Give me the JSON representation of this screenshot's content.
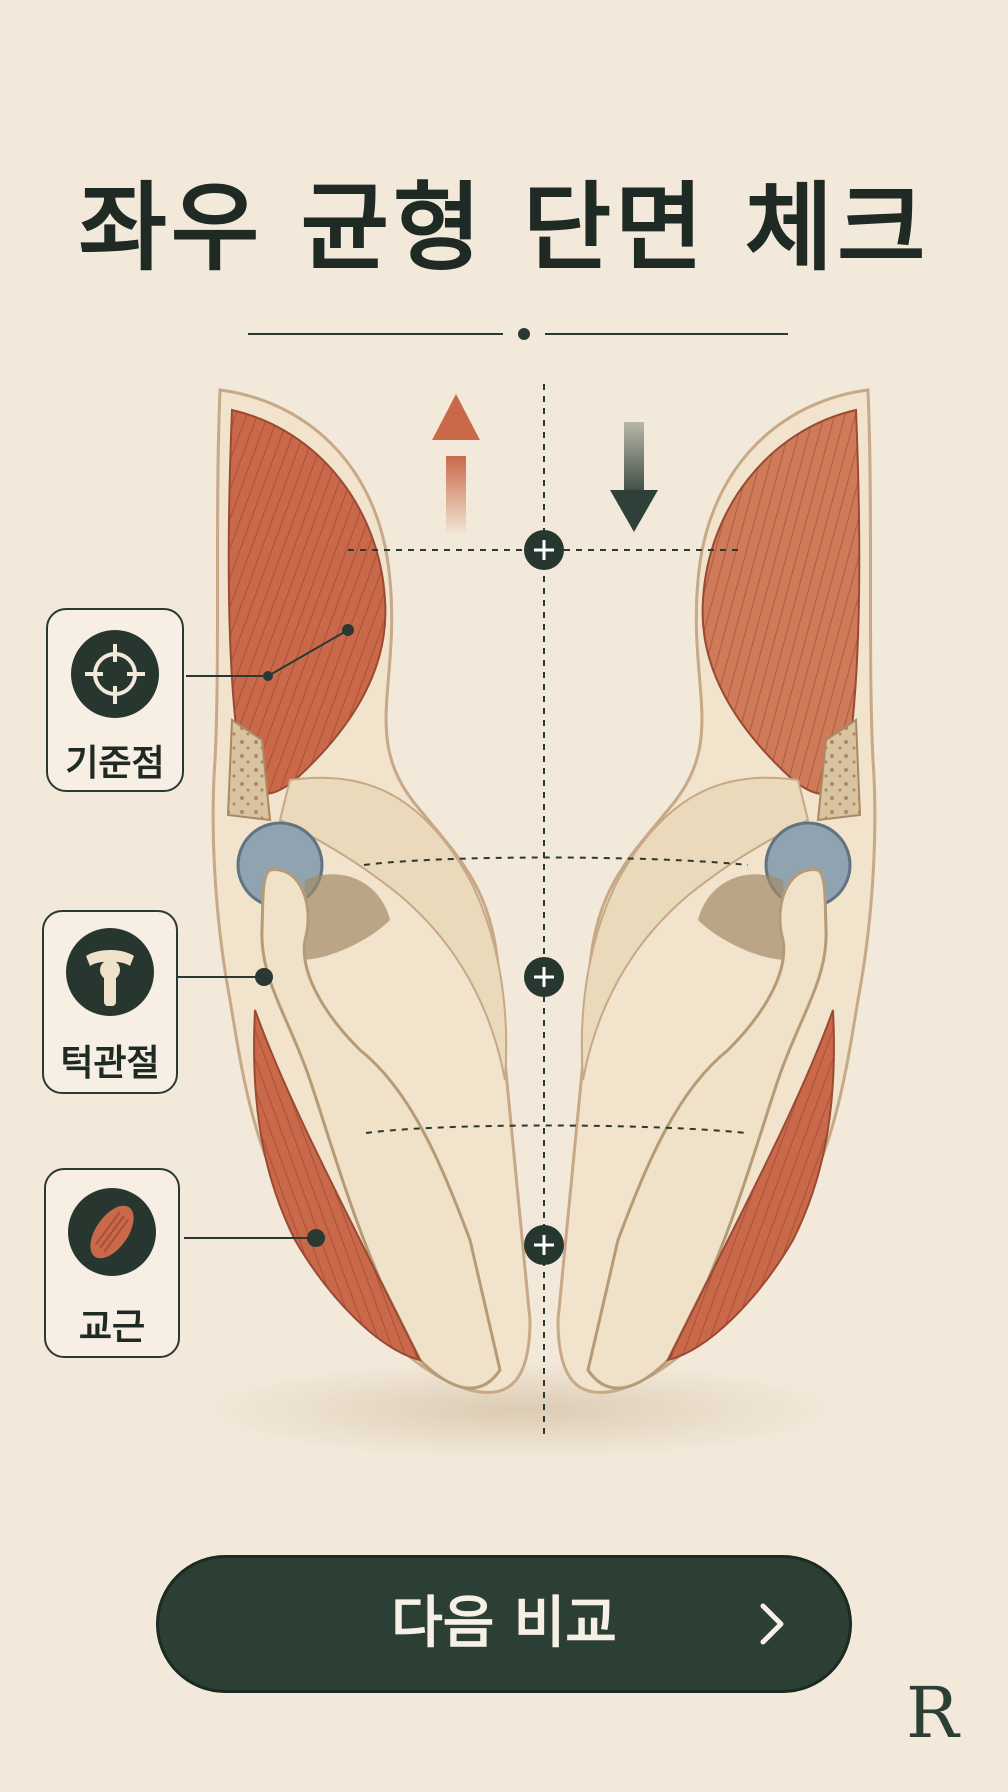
{
  "screen": {
    "title": "좌우 균형 단면 체크",
    "labels": [
      {
        "text": "기준점",
        "icon": "crosshair-icon"
      },
      {
        "text": "턱관절",
        "icon": "jaw-joint-icon"
      },
      {
        "text": "교근",
        "icon": "masseter-muscle-icon"
      }
    ],
    "next_button": {
      "label": "다음 비교",
      "icon": "chevron-right-icon"
    },
    "brand_mark": "R"
  },
  "colors": {
    "background": "#f3e9da",
    "dark_green": "#27362f",
    "muscle": "#c9694a",
    "bone": "#efe2c8",
    "cartilage": "#8fa4b0"
  }
}
